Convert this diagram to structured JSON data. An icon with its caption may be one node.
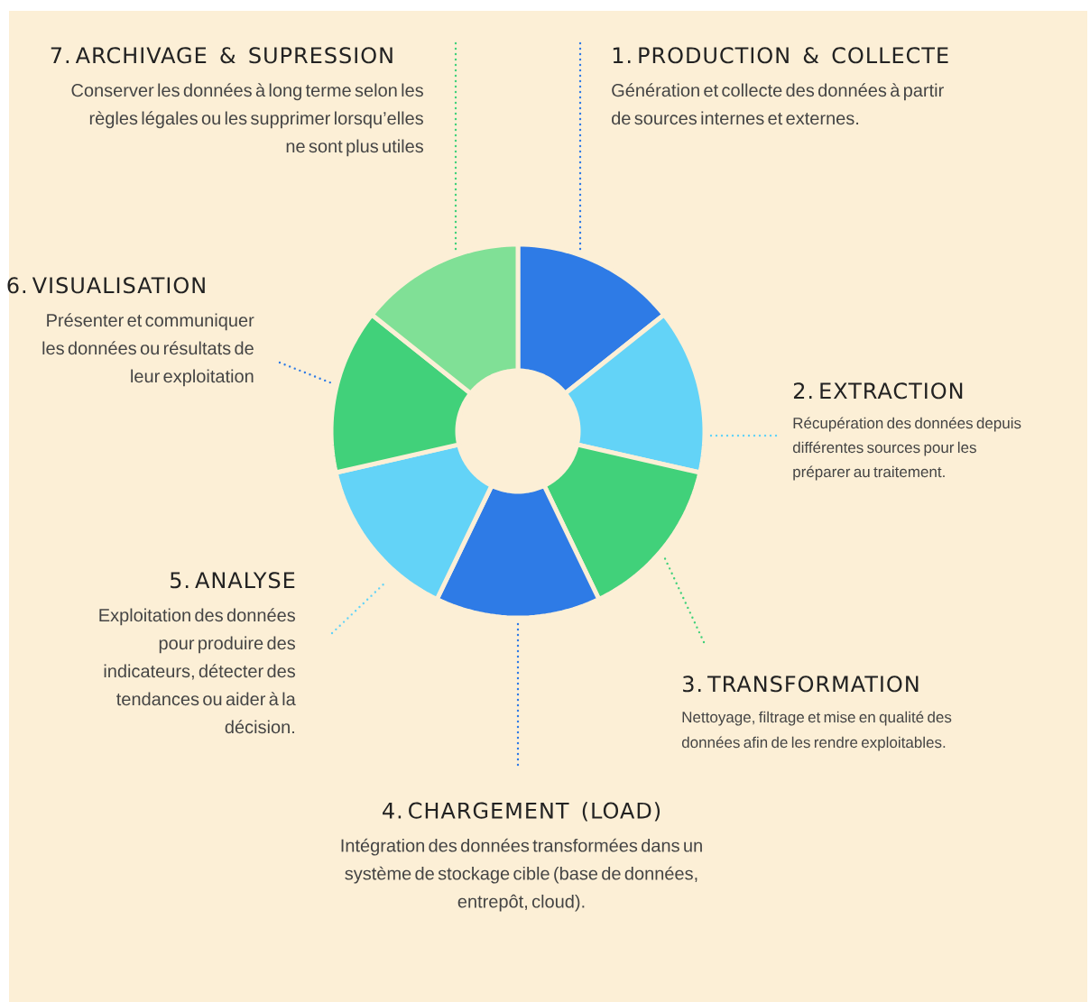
{
  "diagram": {
    "nodes": [
      {
        "text": [
          "1. PRODUCTION & COLLECTE",
          "Génération et collecte des données à partir de sources internes et externes."
        ]
      },
      {
        "text": [
          "2. EXTRACTION",
          "Récupération des données depuis différentes sources pour les préparer au traitement."
        ]
      },
      {
        "text": [
          "3. TRANSFORMATION",
          "Nettoyage, filtrage et mise en qualité des données afin de les rendre exploitables."
        ]
      },
      {
        "text": [
          "4. CHARGEMENT (LOAD)",
          "Intégration des données transformées dans un système de stockage cible (base de données, entrepôt, cloud)."
        ]
      },
      {
        "text": [
          "5. ANALYSE",
          "Exploitation des données pour produire des indicateurs, détecter des tendances ou aider à la décision."
        ]
      },
      {
        "text": [
          "6. VISUALISATION",
          "Présenter et communiquer les données ou résultats de leur exploitation"
        ]
      },
      {
        "text": [
          "7. ARCHIVAGE & SUPRESSION",
          "Conserver les données à long terme selon les règles légales ou les supprimer lorsqu’elles ne sont plus utiles"
        ]
      },
      {
        "text": [],
        "shape": "wedge"
      },
      {
        "text": [],
        "shape": "wedge"
      },
      {
        "text": [],
        "shape": "wedge"
      },
      {
        "text": [],
        "shape": "wedge"
      },
      {
        "text": [],
        "shape": "wedge"
      },
      {
        "text": [],
        "shape": "wedge"
      },
      {
        "text": [],
        "shape": "wedge"
      }
    ],
    "edges": [
      {
        "from": 0,
        "to": 7,
        "arrow": "none",
        "style": "dashed",
        "color": "#2e7be6"
      },
      {
        "from": 1,
        "to": 8,
        "arrow": "none",
        "style": "dashed",
        "color": "#63d3f7"
      },
      {
        "from": 2,
        "to": 9,
        "arrow": "none",
        "style": "dashed",
        "color": "#41d17a"
      },
      {
        "from": 3,
        "to": 10,
        "arrow": "none",
        "style": "dashed",
        "color": "#2e7be6"
      },
      {
        "from": 4,
        "to": 11,
        "arrow": "none",
        "style": "dashed",
        "color": "#63d3f7"
      },
      {
        "from": 5,
        "to": 12,
        "arrow": "none",
        "style": "dashed",
        "color": "#2e7be6"
      },
      {
        "from": 6,
        "to": 13,
        "arrow": "none",
        "style": "dashed",
        "color": "#41d17a"
      }
    ]
  }
}
